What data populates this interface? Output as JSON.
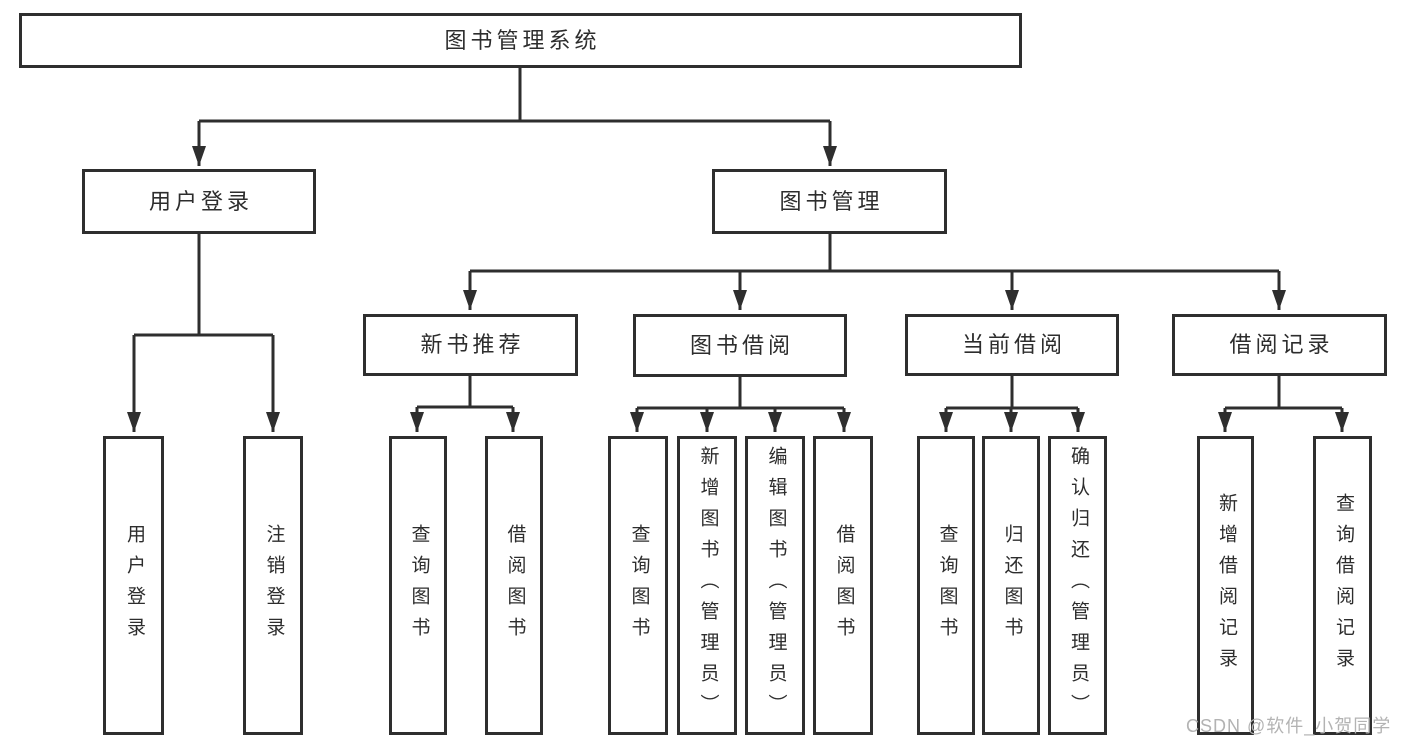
{
  "diagram": {
    "root": {
      "label": "图书管理系统"
    },
    "branches": [
      {
        "label": "用户登录",
        "children": [
          {
            "label": "用户登录"
          },
          {
            "label": "注销登录"
          }
        ]
      },
      {
        "label": "图书管理",
        "children": [
          {
            "label": "新书推荐",
            "children": [
              {
                "label": "查询图书"
              },
              {
                "label": "借阅图书"
              }
            ]
          },
          {
            "label": "图书借阅",
            "children": [
              {
                "label": "查询图书"
              },
              {
                "label": "新增图书（管理员）"
              },
              {
                "label": "编辑图书（管理员）"
              },
              {
                "label": "借阅图书"
              }
            ]
          },
          {
            "label": "当前借阅",
            "children": [
              {
                "label": "查询图书"
              },
              {
                "label": "归还图书"
              },
              {
                "label": "确认归还（管理员）"
              }
            ]
          },
          {
            "label": "借阅记录",
            "children": [
              {
                "label": "新增借阅记录"
              },
              {
                "label": "查询借阅记录"
              }
            ]
          }
        ]
      }
    ]
  },
  "watermark": {
    "text": "CSDN @软件_小贺同学"
  },
  "colors": {
    "line": "#2e2e2e",
    "box_border": "#2e2e2e",
    "text": "#2d2d2d",
    "watermark": "#b3b3b3",
    "background": "#ffffff"
  }
}
